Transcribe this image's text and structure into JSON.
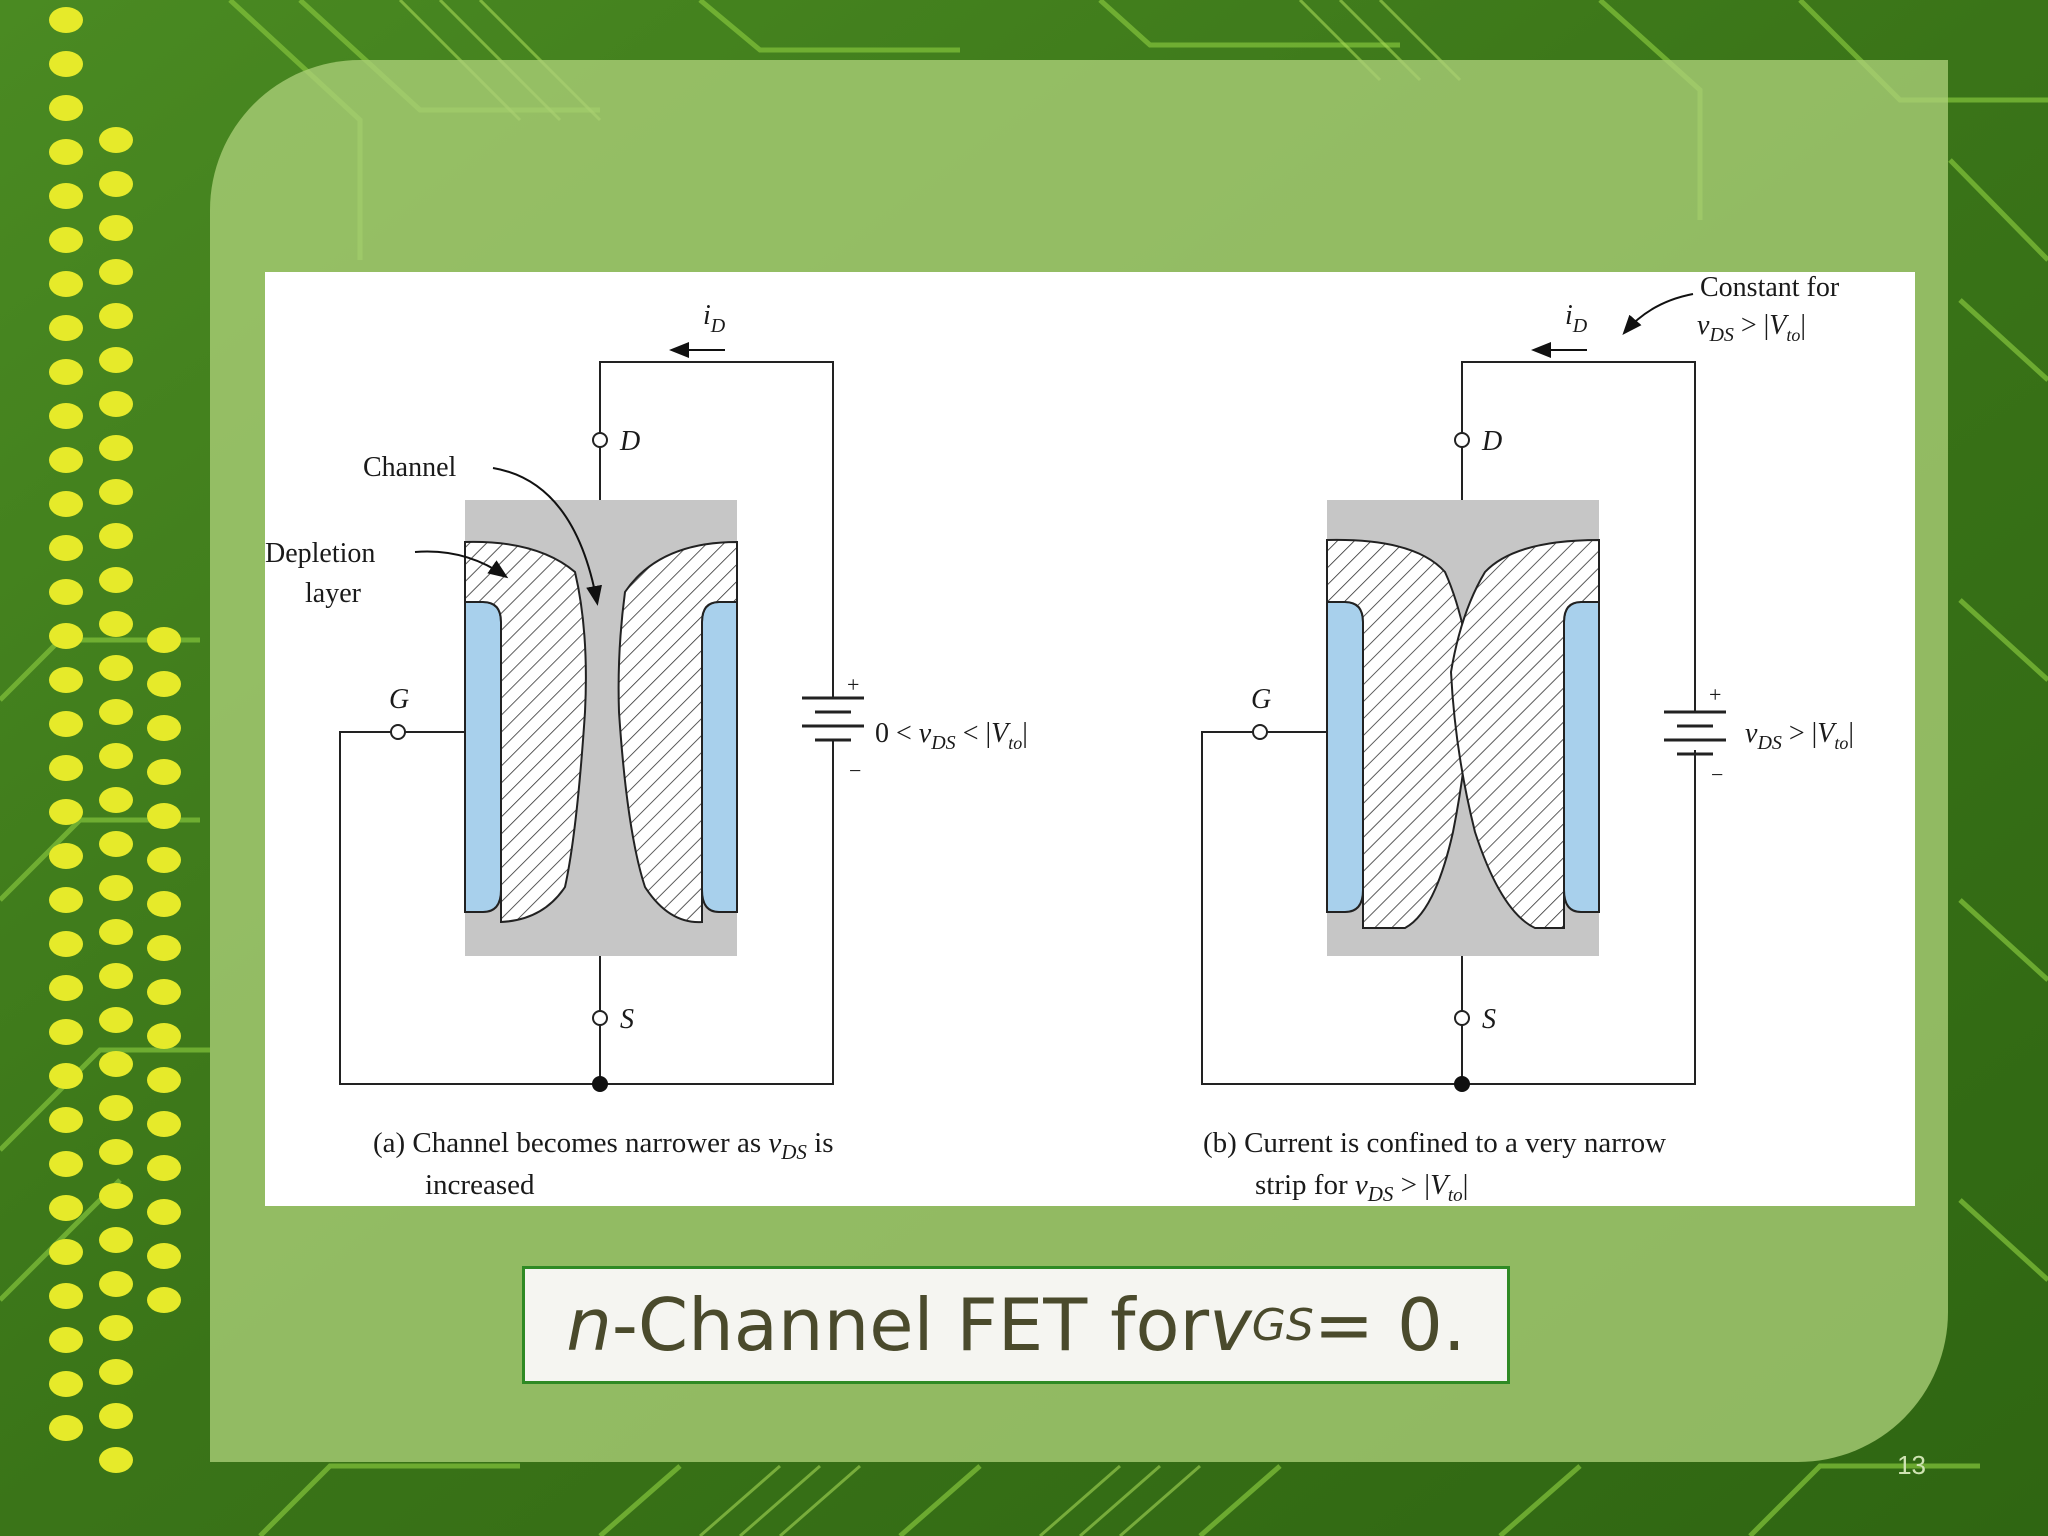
{
  "slide": {
    "title_parts": {
      "n": "n",
      "rest": "-Channel FET for ",
      "v": "v",
      "sub": "GS",
      "tail": " = 0."
    },
    "slide_number": "13"
  },
  "figure": {
    "labels": {
      "id": "i",
      "id_sub": "D",
      "drain": "D",
      "source": "S",
      "gate": "G",
      "channel": "Channel",
      "depletion_1": "Depletion",
      "depletion_2": "layer",
      "plus": "+",
      "minus": "−",
      "constant_for": "Constant for"
    },
    "panel_a": {
      "voltage_prefix": "0 < ",
      "v": "v",
      "v_sub": "DS",
      "voltage_mid": " < |",
      "vt": "V",
      "vt_sub": "to",
      "voltage_end": "|",
      "caption_line1_prefix": "(a) Channel becomes narrower as ",
      "caption_line1_suffix": " is",
      "caption_line2": "increased"
    },
    "panel_b": {
      "v": "v",
      "v_sub": "DS",
      "voltage_mid": " > |",
      "vt": "V",
      "vt_sub": "to",
      "voltage_end": "|",
      "caption_line1": "(b) Current is confined to a very narrow",
      "caption_line2_prefix": "strip for ",
      "caption_line2_mid": " > |",
      "caption_line2_end": "|"
    }
  },
  "colors": {
    "semiconductor": "#c6c6c6",
    "gate_region": "#a8d0ec",
    "frame_border": "#2f8a24",
    "caption_text": "#4a4a2c"
  }
}
